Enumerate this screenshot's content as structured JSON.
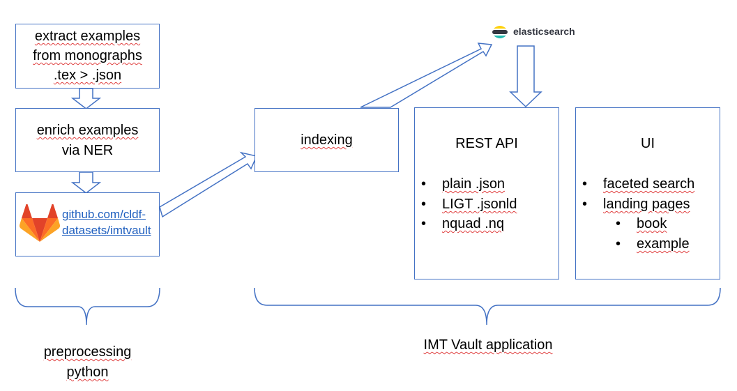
{
  "preprocessing": {
    "extract_box": {
      "line1": "extract examples",
      "line2": "from monographs",
      "line3": ".tex > .json"
    },
    "enrich_box": {
      "line1": "enrich examples",
      "line2": "via NER"
    },
    "github_box": {
      "link_line1": "github.com/cldf-",
      "link_line2": "datasets/imtvault",
      "icon": "gitlab-icon"
    },
    "label_line1": "preprocessing",
    "label_line2": "python"
  },
  "indexing_box": {
    "label": "indexing"
  },
  "elasticsearch": {
    "label": "elasticsearch",
    "icon": "elasticsearch-icon"
  },
  "rest_api_box": {
    "title": "REST API",
    "items": [
      "plain .json",
      "LIGT .jsonld",
      "nquad .nq"
    ]
  },
  "ui_box": {
    "title": "UI",
    "items": [
      "faceted search",
      "landing pages"
    ],
    "subitems": [
      "book",
      "example"
    ]
  },
  "application_label": "IMT Vault application",
  "colors": {
    "border": "#4472c4",
    "squiggle": "#e04040",
    "link": "#1f5fbf"
  }
}
